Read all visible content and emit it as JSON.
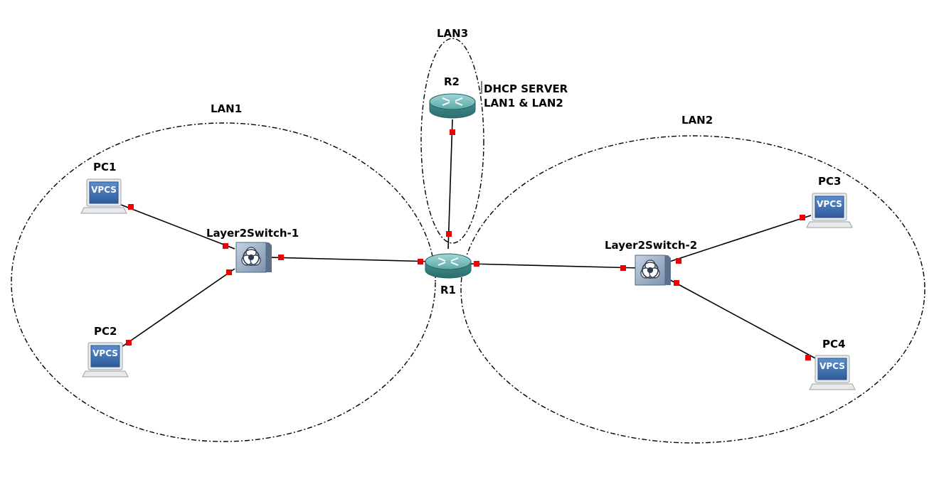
{
  "zones": {
    "lan1": "LAN1",
    "lan2": "LAN2",
    "lan3": "LAN3"
  },
  "devices": {
    "r1": {
      "name": "R1",
      "icon": "router-icon"
    },
    "r2": {
      "name": "R2",
      "icon": "router-icon"
    },
    "sw1": {
      "name": "Layer2Switch-1",
      "icon": "biohazard-switch-icon"
    },
    "sw2": {
      "name": "Layer2Switch-2",
      "icon": "biohazard-switch-icon"
    },
    "pc1": {
      "name": "PC1",
      "screen": "VPCS",
      "icon": "computer-icon"
    },
    "pc2": {
      "name": "PC2",
      "screen": "VPCS",
      "icon": "computer-icon"
    },
    "pc3": {
      "name": "PC3",
      "screen": "VPCS",
      "icon": "computer-icon"
    },
    "pc4": {
      "name": "PC4",
      "screen": "VPCS",
      "icon": "computer-icon"
    }
  },
  "note": {
    "line1": "DHCP SERVER",
    "line2": "LAN1 & LAN2"
  },
  "links": [
    [
      "pc1",
      "sw1"
    ],
    [
      "pc2",
      "sw1"
    ],
    [
      "sw1",
      "r1"
    ],
    [
      "r2",
      "r1"
    ],
    [
      "r1",
      "sw2"
    ],
    [
      "sw2",
      "pc3"
    ],
    [
      "sw2",
      "pc4"
    ]
  ],
  "colors": {
    "port": "#ee0000",
    "router_body": "#4a9b9b",
    "router_top": "#7cc2c2",
    "switch_body": "#8aa0b8",
    "screen_blue": "#3d6fb0"
  }
}
